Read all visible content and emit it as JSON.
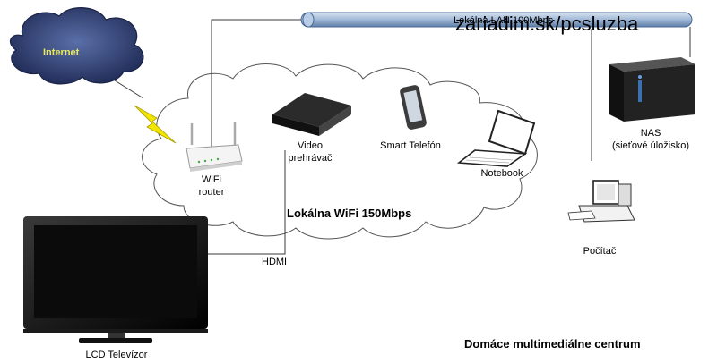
{
  "watermark": "zariadim.sk/pcsluzba",
  "backbone_label": "Lokálna LAN 100Mbps",
  "internet_label": "Internet",
  "wifi_label": "Lokálna WiFi 150Mbps",
  "hdmi_label": "HDMI",
  "devices": {
    "router": "WiFi\nrouter",
    "video_player": "Video\nprehrávač",
    "smartphone": "Smart Telefón",
    "notebook": "Notebook",
    "nas": "NAS\n(sieťové úložisko)",
    "pc": "Počítač",
    "tv": "LCD Televízor"
  },
  "footer_title": "Domáce multimediálne centrum",
  "colors": {
    "cable": "#3a3a3a",
    "backbone_fill": "#9fb8d6",
    "cloud_stroke": "#555555",
    "internet_cloud": "#2f3f73",
    "internet_text": "#e8e85a",
    "lightning": "#f2e600"
  },
  "icons": [
    "internet-cloud",
    "lightning-bolt",
    "wifi-router",
    "video-player",
    "smartphone",
    "notebook",
    "nas",
    "desktop-pc",
    "lcd-tv"
  ]
}
